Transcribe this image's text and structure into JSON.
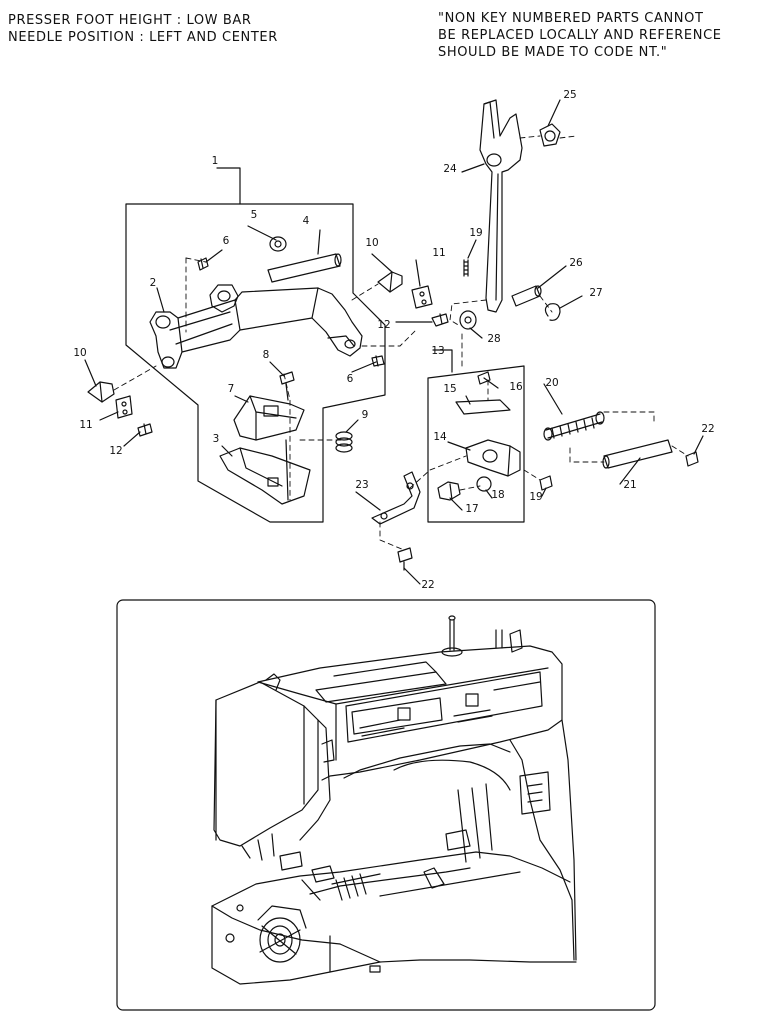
{
  "header_left": {
    "line1": "PRESSER FOOT HEIGHT : LOW BAR",
    "line2": "NEEDLE POSITION : LEFT AND CENTER"
  },
  "header_right": {
    "line1": "\"NON KEY NUMBERED PARTS CANNOT",
    "line2": "BE REPLACED LOCALLY AND REFERENCE",
    "line3": "SHOULD BE MADE TO CODE NT.\""
  },
  "callouts": {
    "c1": "1",
    "c2": "2",
    "c3": "3",
    "c4": "4",
    "c5": "5",
    "c6a": "6",
    "c6b": "6",
    "c7": "7",
    "c8": "8",
    "c9": "9",
    "c10a": "10",
    "c10b": "10",
    "c11a": "11",
    "c11b": "11",
    "c12a": "12",
    "c12b": "12",
    "c13": "13",
    "c14": "14",
    "c15": "15",
    "c16": "16",
    "c17": "17",
    "c18": "18",
    "c19a": "19",
    "c19b": "19",
    "c20": "20",
    "c21": "21",
    "c22a": "22",
    "c22b": "22",
    "c23": "23",
    "c24": "24",
    "c25": "25",
    "c26": "26",
    "c27": "27",
    "c28": "28"
  }
}
